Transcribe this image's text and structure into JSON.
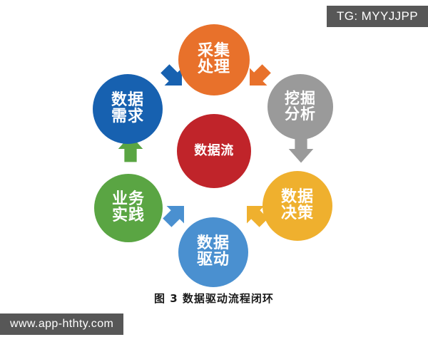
{
  "watermarks": {
    "top_right": "TG: MYYJJPP",
    "bottom_left": "www.app-hthty.com",
    "badge_color": "#575757"
  },
  "caption": "图 3 数据驱动流程闭环",
  "chart_data": {
    "type": "diagram",
    "subtype": "cycle",
    "title": "图 3 数据驱动流程闭环",
    "center": {
      "id": "data-flow",
      "label": "数据流",
      "color": "#C0242A"
    },
    "nodes": [
      {
        "id": "collect",
        "label_line1": "采集",
        "label_line2": "处理",
        "color": "#E8712B",
        "position": "top"
      },
      {
        "id": "mine",
        "label_line1": "挖掘",
        "label_line2": "分析",
        "color": "#9A9A9A",
        "position": "upper-right"
      },
      {
        "id": "decide",
        "label_line1": "数据",
        "label_line2": "决策",
        "color": "#EFB02E",
        "position": "lower-right"
      },
      {
        "id": "drive",
        "label_line1": "数据",
        "label_line2": "驱动",
        "color": "#4A90D0",
        "position": "bottom"
      },
      {
        "id": "practice",
        "label_line1": "业务",
        "label_line2": "实践",
        "color": "#5AA543",
        "position": "lower-left"
      },
      {
        "id": "demand",
        "label_line1": "数据",
        "label_line2": "需求",
        "color": "#1761B0",
        "position": "upper-left"
      }
    ],
    "arrows": [
      {
        "from": "collect",
        "to": "mine",
        "color": "#E8712B",
        "direction": "down-right"
      },
      {
        "from": "mine",
        "to": "decide",
        "color": "#9A9A9A",
        "direction": "down"
      },
      {
        "from": "decide",
        "to": "drive",
        "color": "#EFB02E",
        "direction": "down-left"
      },
      {
        "from": "drive",
        "to": "practice",
        "color": "#4A90D0",
        "direction": "up-left"
      },
      {
        "from": "practice",
        "to": "demand",
        "color": "#5AA543",
        "direction": "up"
      },
      {
        "from": "demand",
        "to": "collect",
        "color": "#1761B0",
        "direction": "up-right"
      }
    ],
    "flow_order": [
      "数据需求",
      "采集处理",
      "挖掘分析",
      "数据决策",
      "数据驱动",
      "业务实践"
    ],
    "flow_direction": "clockwise"
  }
}
